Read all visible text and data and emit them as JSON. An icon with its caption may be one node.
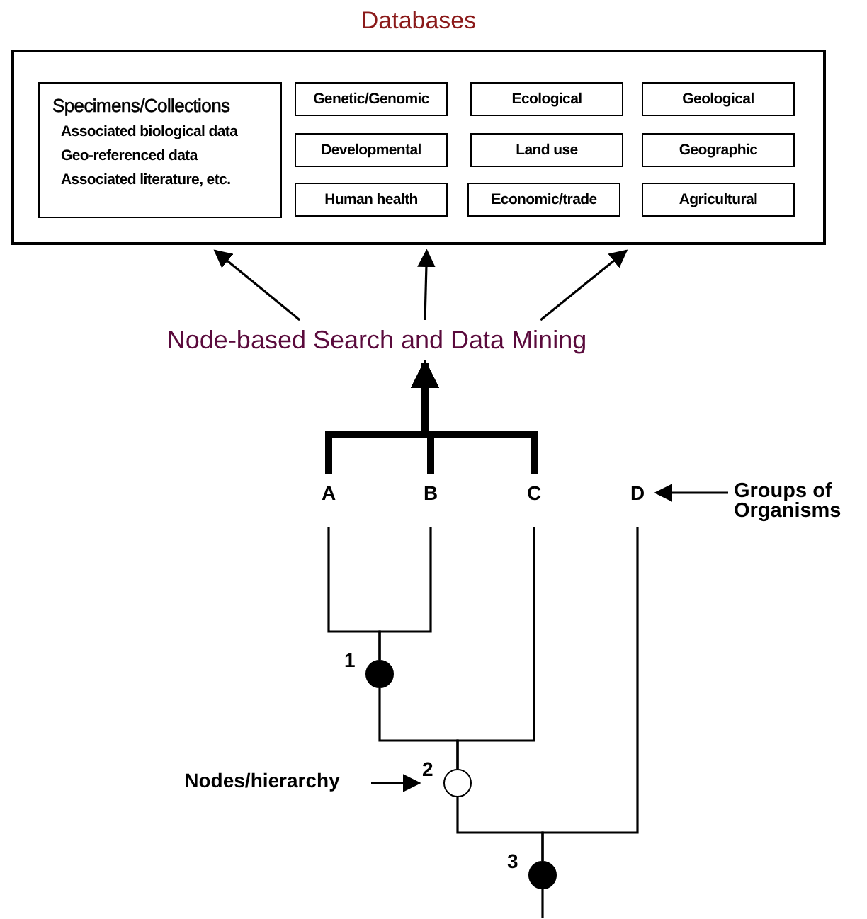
{
  "diagram": {
    "nodes": [
      {
        "text": [
          "Databases"
        ]
      },
      {
        "text": [
          "Specimens/Collections",
          "Associated biological data",
          "Geo-referenced data",
          "Associated literature, etc."
        ],
        "in": 0
      },
      {
        "text": [
          "Genetic/Genomic"
        ],
        "in": 0
      },
      {
        "text": [
          "Ecological"
        ],
        "in": 0
      },
      {
        "text": [
          "Geological"
        ],
        "in": 0
      },
      {
        "text": [
          "Developmental"
        ],
        "in": 0
      },
      {
        "text": [
          "Land use"
        ],
        "in": 0
      },
      {
        "text": [
          "Geographic"
        ],
        "in": 0
      },
      {
        "text": [
          "Human health"
        ],
        "in": 0
      },
      {
        "text": [
          "Economic/trade"
        ],
        "in": 0
      },
      {
        "text": [
          "Agricultural"
        ],
        "in": 0
      },
      {
        "text": [
          "Node-based Search and Data Mining"
        ]
      },
      {
        "text": [
          "A"
        ]
      },
      {
        "text": [
          "B"
        ]
      },
      {
        "text": [
          "C"
        ]
      },
      {
        "text": [
          "D"
        ]
      },
      {
        "text": [
          "Groups of Organisms"
        ]
      },
      {
        "text": [],
        "shape": "circle",
        "beside": [
          "1"
        ]
      },
      {
        "text": [],
        "shape": "circle",
        "beside": [
          "2"
        ]
      },
      {
        "text": [
          "Nodes/hierarchy"
        ]
      },
      {
        "text": [],
        "shape": "circle",
        "beside": [
          "3"
        ]
      }
    ],
    "edges": [
      {
        "from": 11,
        "to": 0,
        "arrow": "to"
      },
      {
        "from": 11,
        "to": 0,
        "arrow": "to"
      },
      {
        "from": 11,
        "to": 0,
        "arrow": "to"
      },
      {
        "from": 12,
        "to": 11,
        "arrow": "to",
        "style": "thick"
      },
      {
        "from": 13,
        "to": 11,
        "arrow": "to",
        "style": "thick"
      },
      {
        "from": 14,
        "to": 11,
        "arrow": "to",
        "style": "thick"
      },
      {
        "from": 16,
        "to": 15,
        "arrow": "to"
      },
      {
        "from": 12,
        "to": 17,
        "arrow": "none"
      },
      {
        "from": 13,
        "to": 17,
        "arrow": "none"
      },
      {
        "from": 17,
        "to": 18,
        "arrow": "none"
      },
      {
        "from": 14,
        "to": 18,
        "arrow": "none"
      },
      {
        "from": 18,
        "to": 20,
        "arrow": "none"
      },
      {
        "from": 15,
        "to": 20,
        "arrow": "none"
      },
      {
        "from": 20,
        "to": null,
        "arrow": "none"
      },
      {
        "from": 19,
        "to": 18,
        "arrow": "to"
      }
    ]
  }
}
